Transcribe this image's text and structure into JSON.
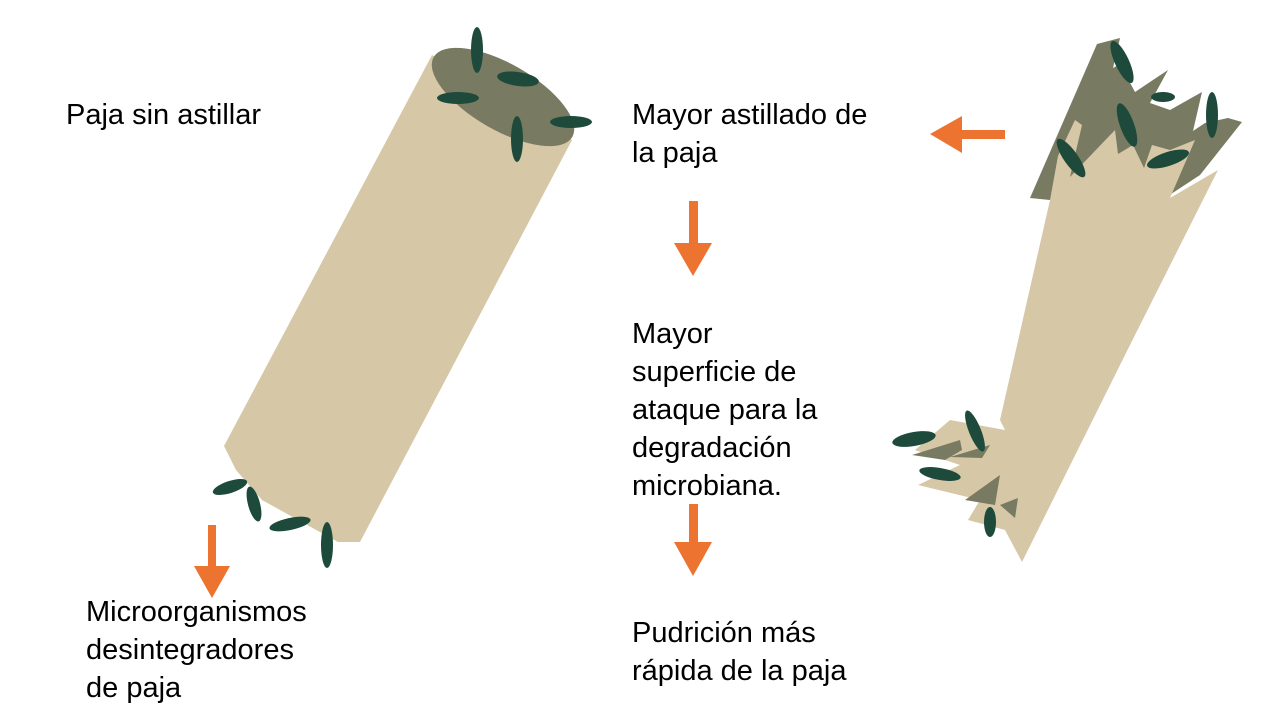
{
  "colors": {
    "straw": "#d6c8a6",
    "straw_end": "#797a62",
    "microbe": "#1e4a3c",
    "arrow": "#ed7330",
    "text": "#000000",
    "background": "#ffffff"
  },
  "labels": {
    "straw_unsplit": "Paja sin astillar",
    "microbes": "Microorganismos\ndesintegradores\nde paja",
    "more_splitting": "Mayor astillado de\nla paja",
    "more_surface": "Mayor\nsuperficie de\nataque para la\ndegradación\nmicrobiana.",
    "faster_rot": "Pudrición más\nrápida de la paja"
  },
  "icons": {
    "left_straw": "straw-cylinder-icon",
    "right_straw": "split-straw-icon",
    "microbe": "microbe-icon",
    "arrow_down": "arrow-down-icon",
    "arrow_left": "arrow-left-icon"
  }
}
